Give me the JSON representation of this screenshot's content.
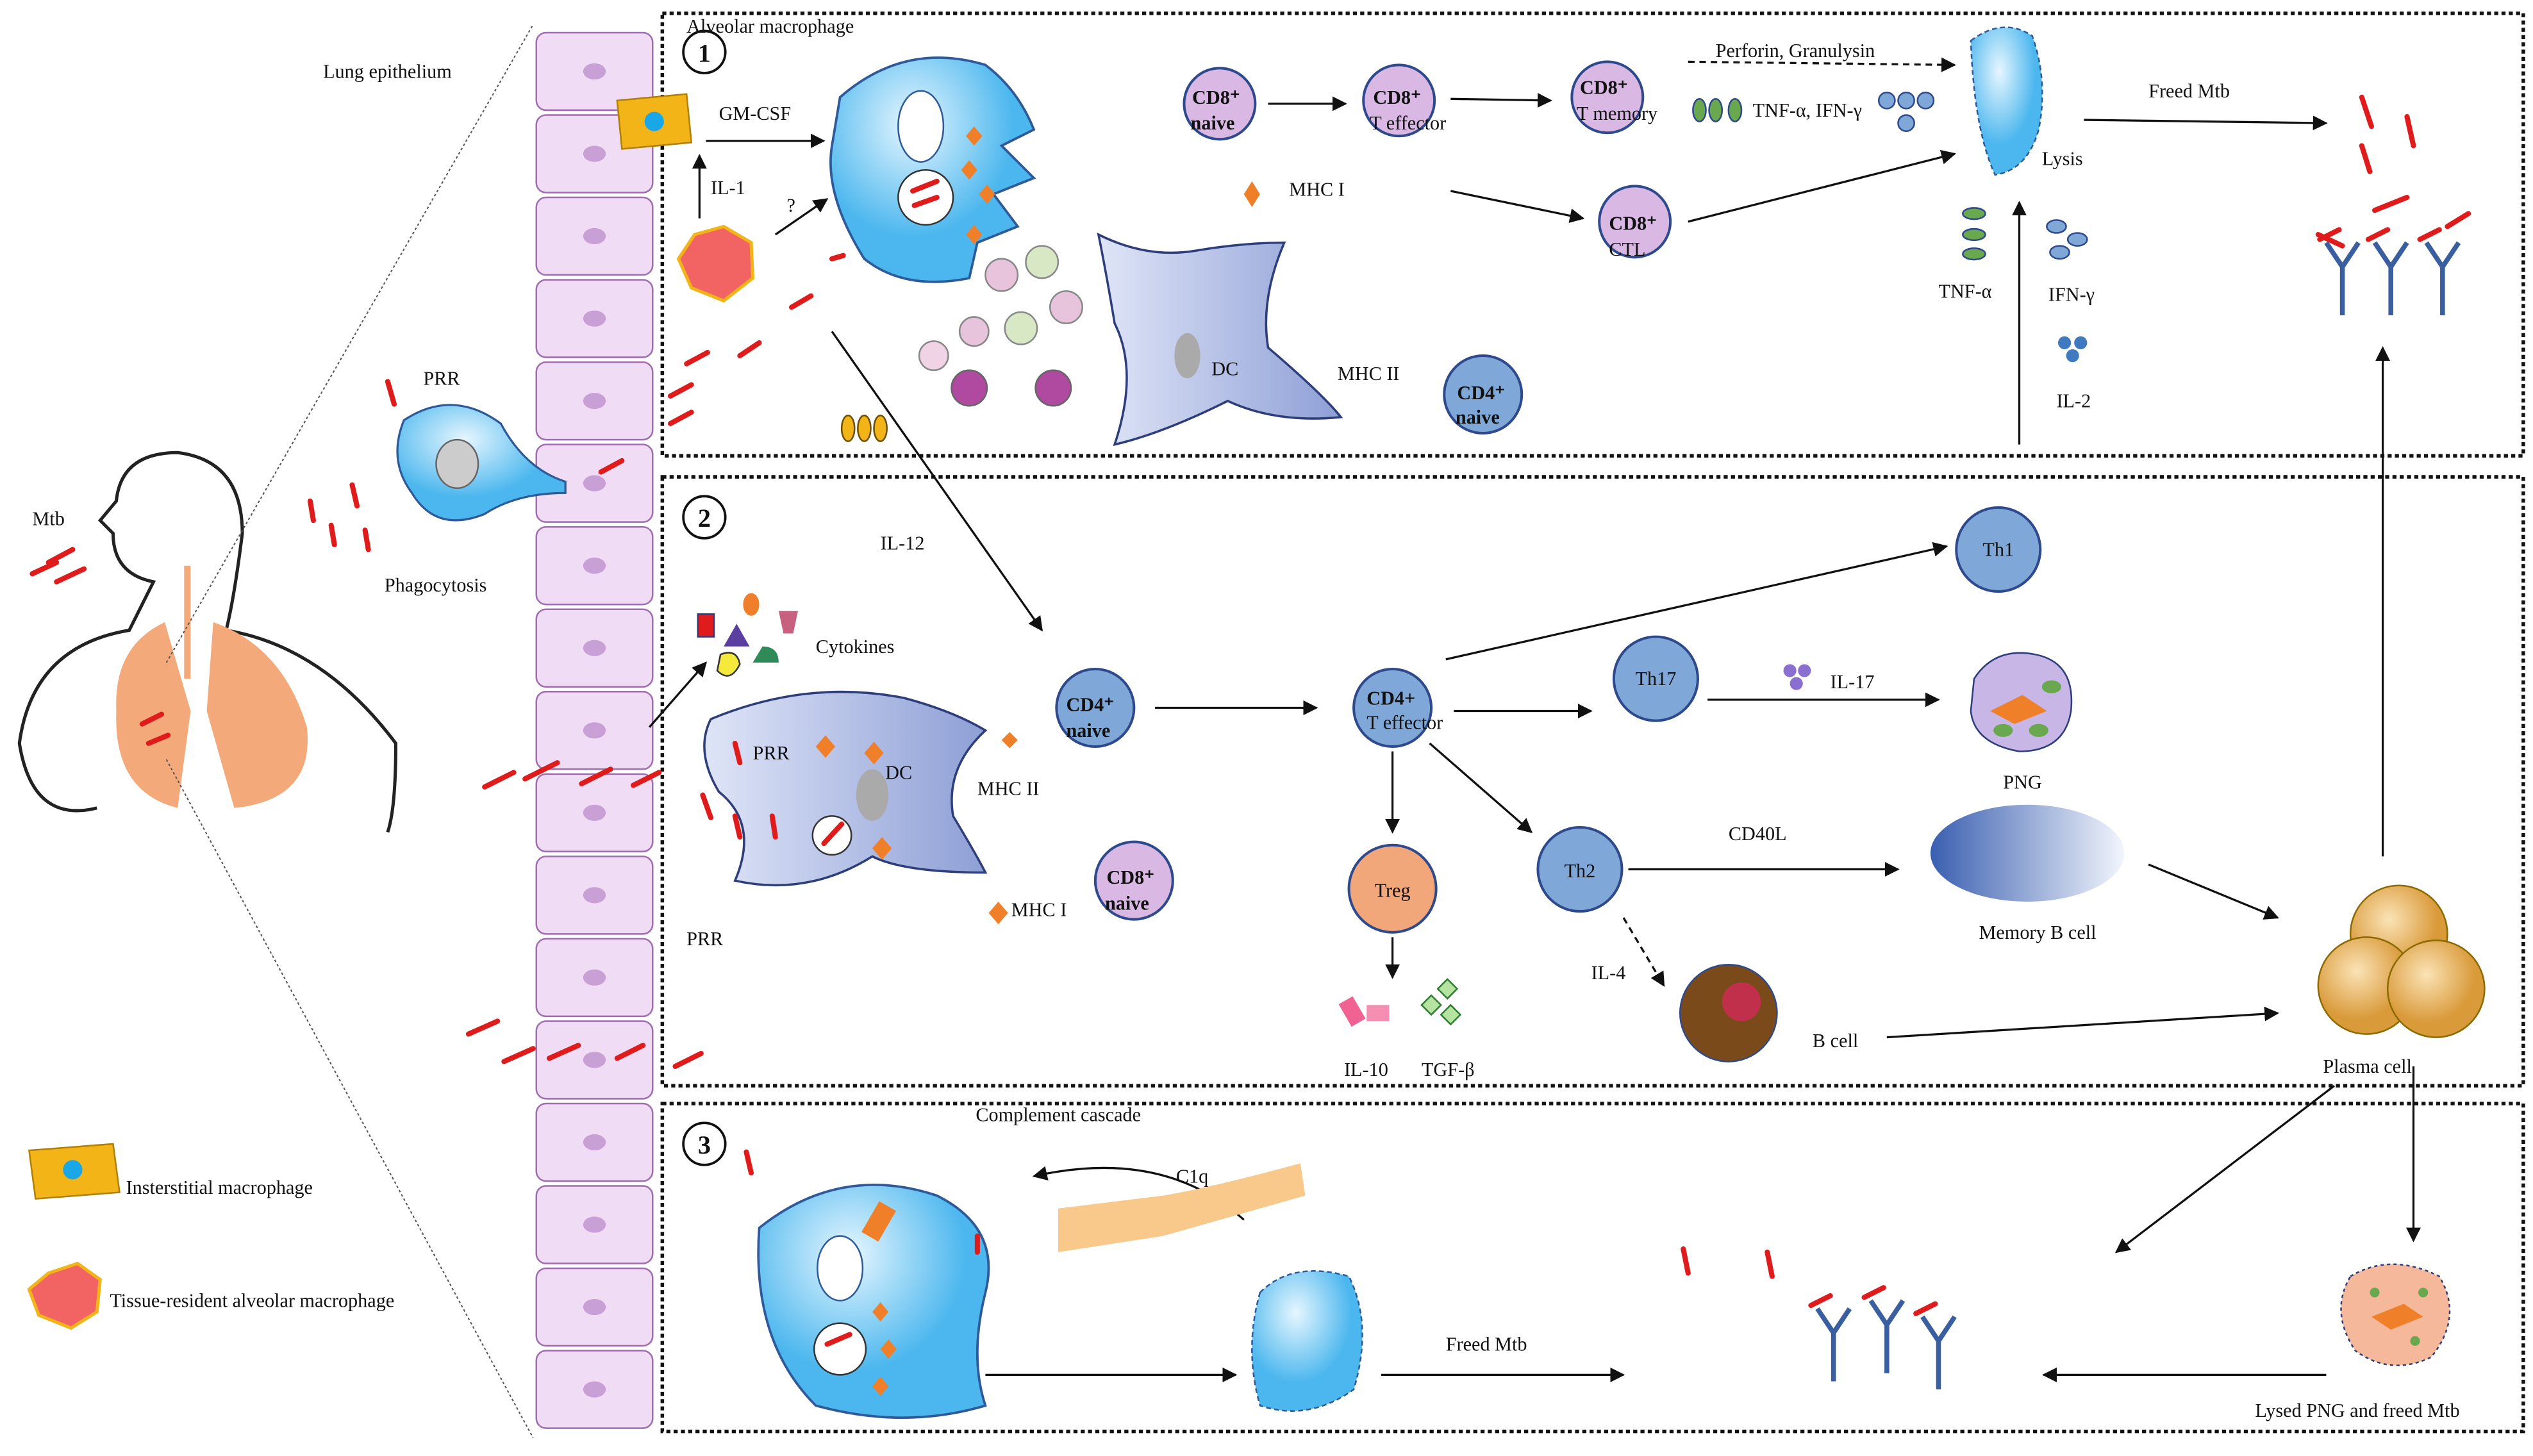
{
  "panels": {
    "p1": "1",
    "p2": "2",
    "p3": "3"
  },
  "left": {
    "lung_epithelium": "Lung epithelium",
    "mtb": "Mtb",
    "prr": "PRR",
    "phagocytosis": "Phagocytosis",
    "legend": [
      {
        "label": "Insterstitial macrophage",
        "color": "#f2b416"
      },
      {
        "label": "Tissue-resident alveolar macrophage",
        "color": "#f26363"
      }
    ]
  },
  "panel1": {
    "alveolar_macrophage": "Alveolar macrophage",
    "gm_csf": "GM-CSF",
    "il1": "IL-1",
    "question": "?",
    "cd8": "CD8⁺",
    "naive": "naive",
    "t_effector": "T effector",
    "t_memory": "T memory",
    "ctl": "CTL",
    "mhc1": "MHC I",
    "mhc2": "MHC II",
    "perforin": "Perforin, Granulysin",
    "tnf_ifn": "TNF-α, IFN-γ",
    "lysis": "Lysis",
    "freed_mtb": "Freed Mtb",
    "tnf": "TNF-α",
    "ifn": "IFN-γ",
    "il2": "IL-2",
    "dc": "DC",
    "cd4": "CD4⁺"
  },
  "panel2": {
    "il12": "IL-12",
    "cytokines": "Cytokines",
    "prr": "PRR",
    "dc": "DC",
    "mhc2": "MHC II",
    "mhc1": "MHC I",
    "cd4": "CD4⁺",
    "cd4_eff": "CD4+",
    "cd8": "CD8⁺",
    "naive": "naive",
    "t_effector": "T effector",
    "th1": "Th1",
    "th17": "Th17",
    "il17": "IL-17",
    "png": "PNG",
    "treg": "Treg",
    "il10": "IL-10",
    "tgfb": "TGF-β",
    "th2": "Th2",
    "cd40l": "CD40L",
    "memory_b": "Memory B cell",
    "il4": "IL-4",
    "b_cell": "B cell",
    "plasma_cell": "Plasma cell"
  },
  "panel3": {
    "complement": "Complement  cascade",
    "c1q": "C1q",
    "freed_mtb": "Freed Mtb",
    "lysed": "Lysed PNG and freed Mtb"
  },
  "colors": {
    "mtb": "#e01b1b",
    "cd8_cell": "#d9b8e4",
    "th_cell": "#7fa8d8",
    "macrophage": "#5bc0f0",
    "dc": "#aeb9e0",
    "antigen": "#f07f2a"
  }
}
